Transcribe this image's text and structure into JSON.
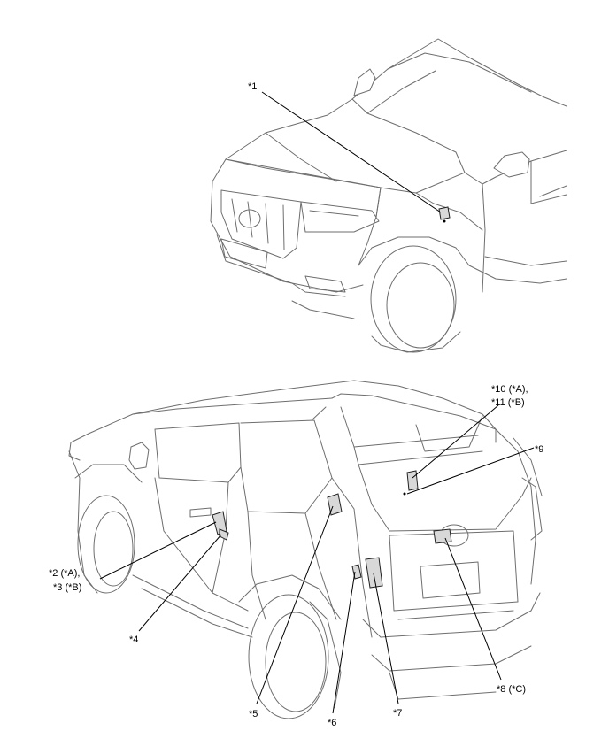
{
  "callouts": {
    "c1": "*1",
    "c2_3_a": "*2 (*A),",
    "c2_3_b": "*3 (*B)",
    "c4": "*4",
    "c5": "*5",
    "c6": "*6",
    "c7": "*7",
    "c8": "*8 (*C)",
    "c9": "*9",
    "c10_11_a": "*10 (*A),",
    "c10_11_b": "*11 (*B)"
  }
}
